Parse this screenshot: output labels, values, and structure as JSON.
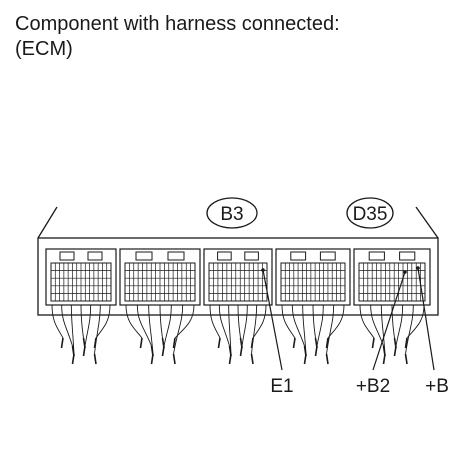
{
  "heading": {
    "line1": "Component with harness connected:",
    "line2": "(ECM)"
  },
  "connectors": [
    {
      "id": "B3"
    },
    {
      "id": "D35"
    }
  ],
  "terminals": [
    {
      "label": "E1"
    },
    {
      "label": "+B2"
    },
    {
      "label": "+B"
    }
  ],
  "colors": {
    "ink": "#1a1a1a",
    "background": "#ffffff"
  }
}
